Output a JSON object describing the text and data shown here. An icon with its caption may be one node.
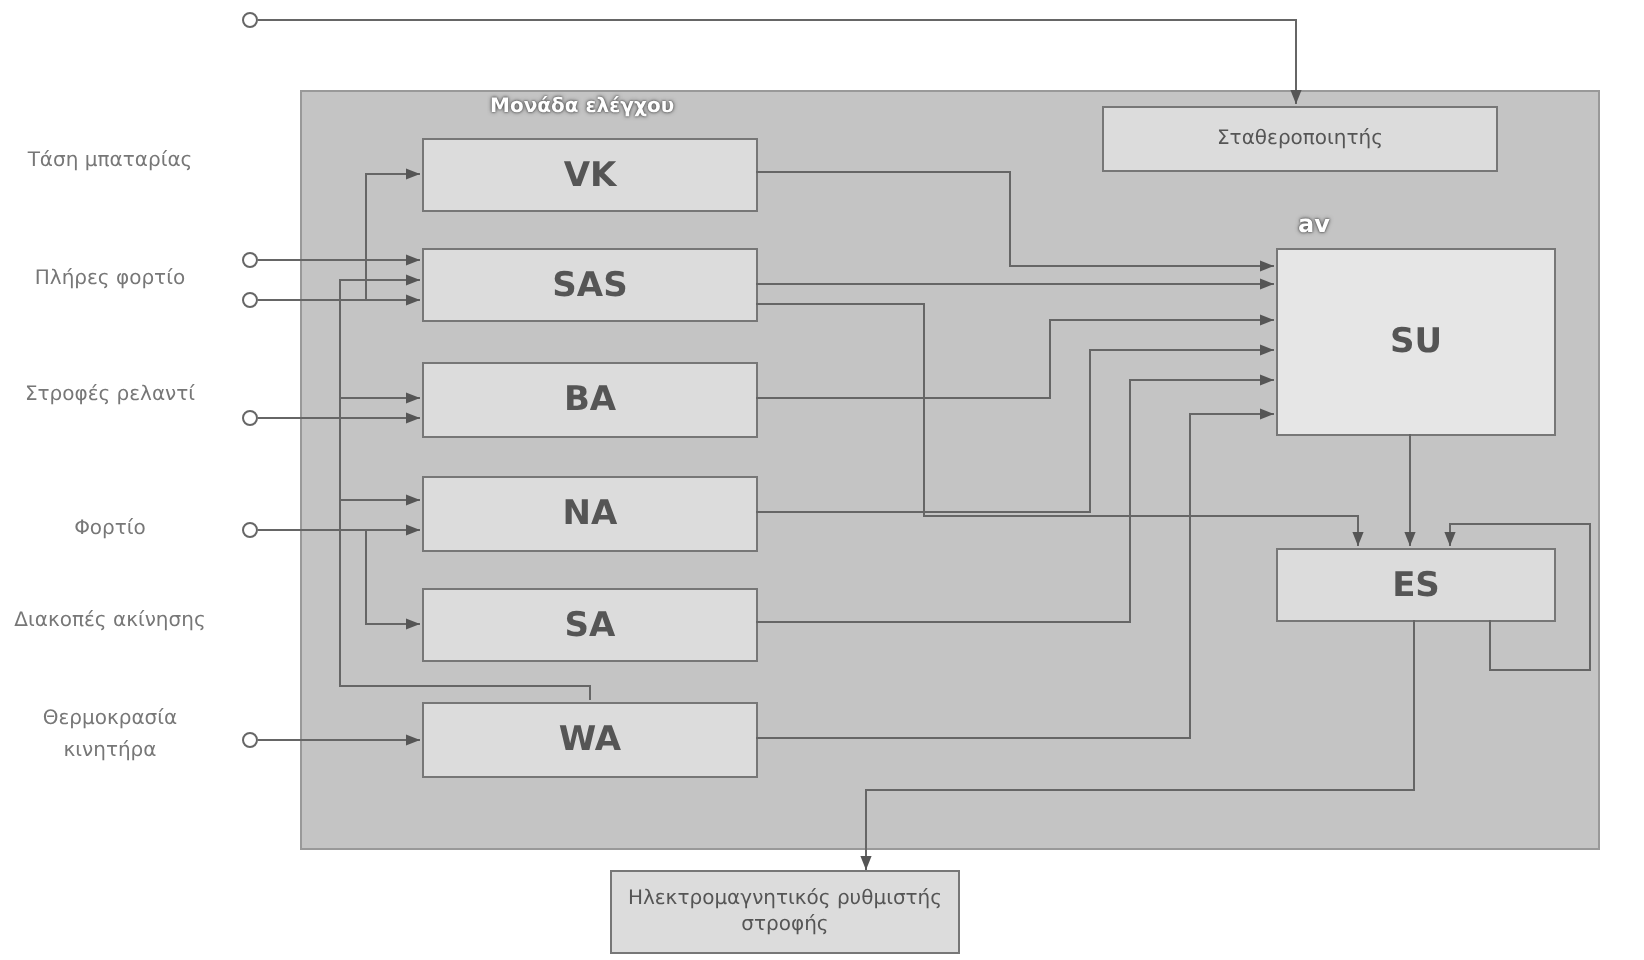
{
  "diagram": {
    "nodes": [
      {
        "text": [
          "Μονάδα ελέγχου"
        ]
      },
      {
        "text": [
          "VK"
        ],
        "in": 0
      },
      {
        "text": [
          "SAS"
        ],
        "in": 0
      },
      {
        "text": [
          "BA"
        ],
        "in": 0
      },
      {
        "text": [
          "NA"
        ],
        "in": 0
      },
      {
        "text": [
          "SA"
        ],
        "in": 0
      },
      {
        "text": [
          "WA"
        ],
        "in": 0
      },
      {
        "text": [
          "Σταθεροποιητής"
        ],
        "in": 0
      },
      {
        "text": [
          "SU"
        ],
        "in": 0,
        "beside": [
          "av"
        ]
      },
      {
        "text": [
          "ES"
        ],
        "in": 0
      },
      {
        "text": [
          "Ηλεκτρομαγνητικός ρυθμιστής στροφής"
        ]
      },
      {
        "text": [],
        "shape": "circle"
      },
      {
        "text": [],
        "shape": "circle"
      },
      {
        "text": [],
        "shape": "circle"
      },
      {
        "text": [],
        "shape": "circle"
      },
      {
        "text": [],
        "shape": "circle"
      },
      {
        "text": [],
        "shape": "circle"
      }
    ],
    "edges": [
      {
        "from": 11,
        "to": 7,
        "arrow": "to"
      },
      {
        "from": 12,
        "to": 2,
        "arrow": "to"
      },
      {
        "from": 13,
        "to": 2,
        "arrow": "to"
      },
      {
        "from": 13,
        "to": 1,
        "arrow": "to"
      },
      {
        "from": 14,
        "to": 3,
        "arrow": "to"
      },
      {
        "from": 15,
        "to": 4,
        "arrow": "to"
      },
      {
        "from": 15,
        "to": 5,
        "arrow": "to"
      },
      {
        "from": 16,
        "to": 6,
        "arrow": "to"
      },
      {
        "from": 6,
        "to": 2,
        "arrow": "to"
      },
      {
        "from": 6,
        "to": 3,
        "arrow": "to"
      },
      {
        "from": 6,
        "to": 4,
        "arrow": "to"
      },
      {
        "from": 1,
        "to": 8,
        "arrow": "to"
      },
      {
        "from": 2,
        "to": 8,
        "arrow": "to"
      },
      {
        "from": 2,
        "to": 9,
        "arrow": "to"
      },
      {
        "from": 3,
        "to": 8,
        "arrow": "to"
      },
      {
        "from": 4,
        "to": 8,
        "arrow": "to"
      },
      {
        "from": 5,
        "to": 8,
        "arrow": "to"
      },
      {
        "from": 6,
        "to": 8,
        "arrow": "to"
      },
      {
        "from": 8,
        "to": 9,
        "arrow": "to"
      },
      {
        "from": 9,
        "to": 9,
        "arrow": "to"
      },
      {
        "from": 9,
        "to": 10,
        "arrow": "to"
      }
    ],
    "labels": [
      "Τάση μπαταρίας",
      "Πλήρες φορτίο",
      "Στροφές ρελαντί",
      "Φορτίο",
      "Διακοπές ακίνησης",
      "Θερμοκρασία κινητήρα"
    ]
  }
}
